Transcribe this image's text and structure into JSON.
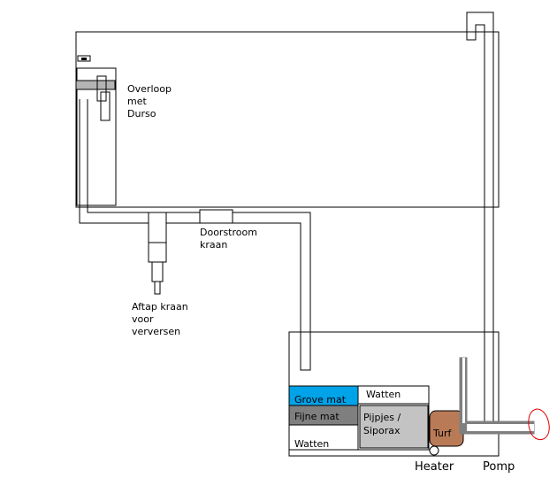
{
  "colors": {
    "line": "#000000",
    "grove_mat": "#00a2e8",
    "fijne_mat": "#7f7f7f",
    "watten": "#ffffff",
    "pijpjes": "#c3c3c3",
    "turf": "#b97a57",
    "pump_pipe": "#7f7f7f",
    "durso_band": "#b4b4b4",
    "outflow_mark": "#e00000"
  },
  "labels": {
    "overloop": [
      "Overloop",
      "met",
      "Durso"
    ],
    "doorstroom": [
      "Doorstroom",
      "kraan"
    ],
    "aftap": [
      "Aftap kraan",
      "voor",
      "verversen"
    ],
    "grove_mat": "Grove mat",
    "fijne_mat": "Fijne mat",
    "watten_left": "Watten",
    "watten_right": "Watten",
    "pijpjes": [
      "Pijpjes /",
      "Siporax"
    ],
    "turf": "Turf",
    "heater": "Heater",
    "pomp": "Pomp"
  }
}
